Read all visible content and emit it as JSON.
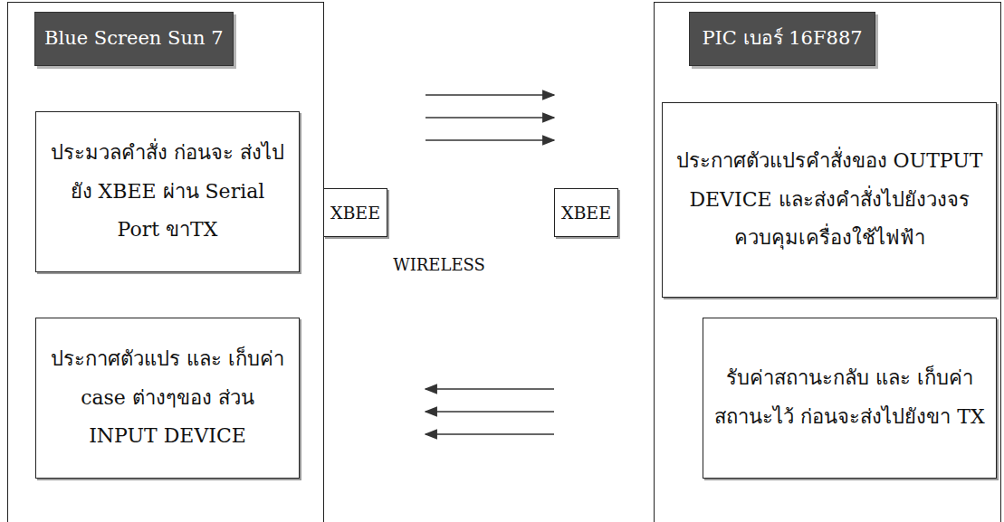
{
  "diagram": {
    "nodes": [
      {
        "text": [
          "Blue Screen Sun 7"
        ]
      },
      {
        "text": [
          "ประมวลคำสั่ง ก่อนจะ ส่งไปยัง XBEE ผ่าน Serial Port ขาTX"
        ],
        "in": 0
      },
      {
        "text": [
          "ประกาศตัวแปร และ เก็บค่า case ต่างๆของ ส่วน INPUT DEVICE"
        ],
        "in": 0
      },
      {
        "text": [
          "XBEE"
        ]
      },
      {
        "text": [
          "XBEE"
        ]
      },
      {
        "text": [
          "PIC เบอร์ 16F887"
        ]
      },
      {
        "text": [
          "ประกาศตัวแปรคำสั่งของ OUTPUT DEVICE และส่งคำสั่งไปยังวงจร ควบคุมเครื่องใช้ไฟฟ้า"
        ],
        "in": 5
      },
      {
        "text": [
          "รับค่าสถานะกลับ และ เก็บค่าสถานะไว้ ก่อนจะส่งไปยังขา TX"
        ],
        "in": 5
      }
    ],
    "labels": [
      "WIRELESS"
    ]
  }
}
